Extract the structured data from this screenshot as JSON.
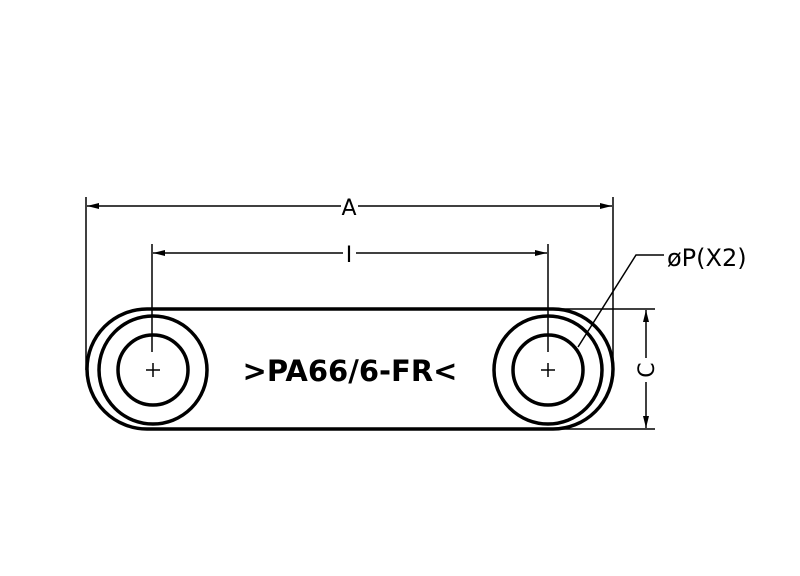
{
  "drawing": {
    "dimension_a": "A",
    "dimension_i": "I",
    "dimension_c": "C",
    "hole_callout": "øP(X2)",
    "part_marking": ">PA66/6-FR<",
    "line_color": "#000000",
    "background_color": "#ffffff"
  }
}
